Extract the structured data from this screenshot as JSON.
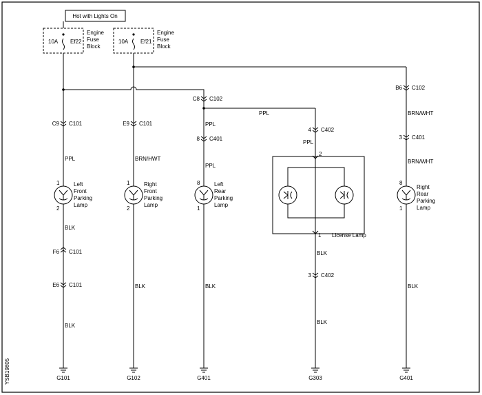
{
  "power_label": "Hot with Lights On",
  "fuses": [
    {
      "rating": "10A",
      "id": "Ef22",
      "block": [
        "Engine",
        "Fuse",
        "Block"
      ]
    },
    {
      "rating": "10A",
      "id": "Ef21",
      "block": [
        "Engine",
        "Fuse",
        "Block"
      ]
    }
  ],
  "connectors": {
    "c9_c101": [
      "C9",
      "C101"
    ],
    "e9_c101": [
      "E9",
      "C101"
    ],
    "c8_c102": [
      "C8",
      "C102"
    ],
    "n8_c401_left": [
      "8",
      "C401"
    ],
    "n4_c402": [
      "4",
      "C402"
    ],
    "b6_c102": [
      "B6",
      "C102"
    ],
    "n3_c401_right": [
      "3",
      "C401"
    ],
    "f6_c101": [
      "F6",
      "C101"
    ],
    "e6_c101": [
      "E6",
      "C101"
    ],
    "n3_c402": [
      "3",
      "C402"
    ]
  },
  "wires": {
    "ppl_col1": "PPL",
    "brnhwt_col2": "BRN/HWT",
    "ppl_col3_a": "PPL",
    "ppl_col3_b": "PPL",
    "ppl_horizontal": "PPL",
    "ppl_col4": "PPL",
    "brnwht_col5_a": "BRN/WHT",
    "brnwht_col5_b": "BRN/WHT",
    "blk_col1_a": "BLK",
    "blk_col1_b": "BLK",
    "blk_col2": "BLK",
    "blk_col3": "BLK",
    "blk_col4_a": "BLK",
    "blk_col4_b": "BLK",
    "blk_col5": "BLK"
  },
  "lamps": [
    {
      "name": [
        "Left",
        "Front",
        "Parking",
        "Lamp"
      ],
      "pin_top": "1",
      "pin_bottom": "2"
    },
    {
      "name": [
        "Right",
        "Front",
        "Parking",
        "Lamp"
      ],
      "pin_top": "1",
      "pin_bottom": "2"
    },
    {
      "name": [
        "Left",
        "Rear",
        "Parking",
        "Lamp"
      ],
      "pin_top": "8",
      "pin_bottom": "1"
    },
    {
      "name": [
        "Right",
        "Rear",
        "Parking",
        "Lamp"
      ],
      "pin_top": "8",
      "pin_bottom": "1"
    }
  ],
  "license_lamp": {
    "label": "License Lamp",
    "pin_top": "2",
    "pin_bottom": "1"
  },
  "grounds": [
    "G101",
    "G102",
    "G401",
    "G303",
    "G401"
  ],
  "doc_code": "YSB19805"
}
